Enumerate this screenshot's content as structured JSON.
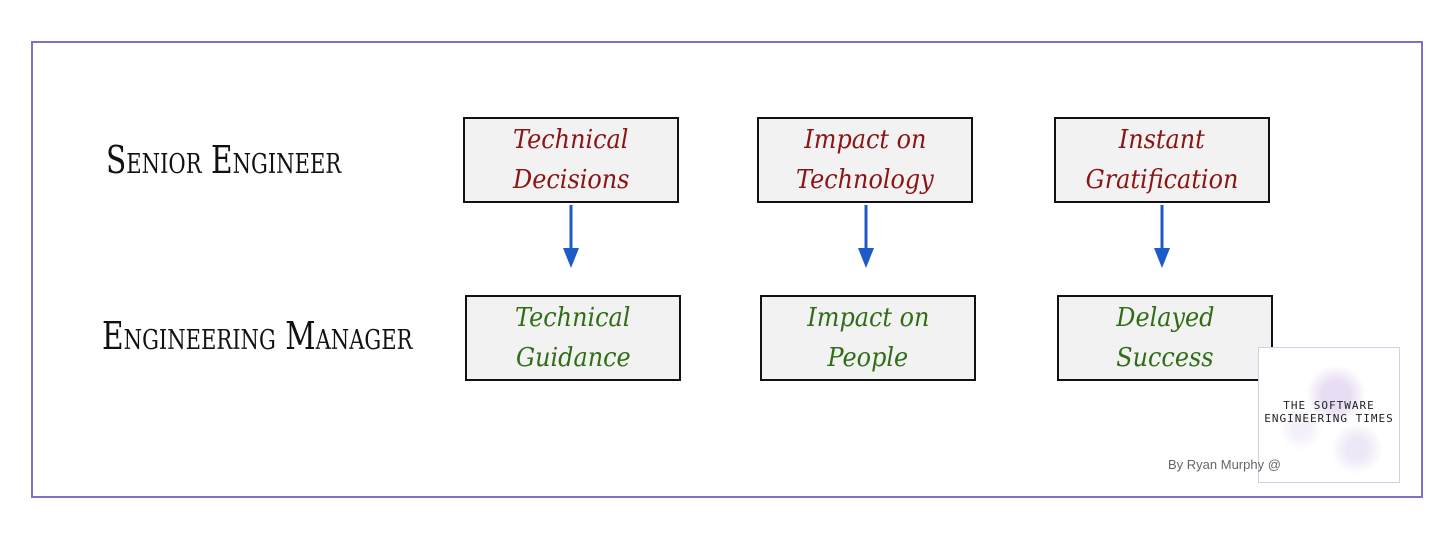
{
  "rows": {
    "senior_label": "Senior Engineer",
    "manager_label": "Engineering Manager"
  },
  "top_boxes": [
    {
      "line1": "Technical",
      "line2": "Decisions"
    },
    {
      "line1": "Impact on",
      "line2": "Technology"
    },
    {
      "line1": "Instant",
      "line2": "Gratification"
    }
  ],
  "bottom_boxes": [
    {
      "line1": "Technical",
      "line2": "Guidance"
    },
    {
      "line1": "Impact on",
      "line2": "People"
    },
    {
      "line1": "Delayed",
      "line2": "Success"
    }
  ],
  "watermark": {
    "line1": "THE SOFTWARE",
    "line2": "ENGINEERING TIMES"
  },
  "byline": "By Ryan Murphy @",
  "colors": {
    "frame": "#7b72c8",
    "top_text": "#8b1414",
    "bottom_text": "#2f6e16",
    "arrow": "#1d5bc8"
  }
}
